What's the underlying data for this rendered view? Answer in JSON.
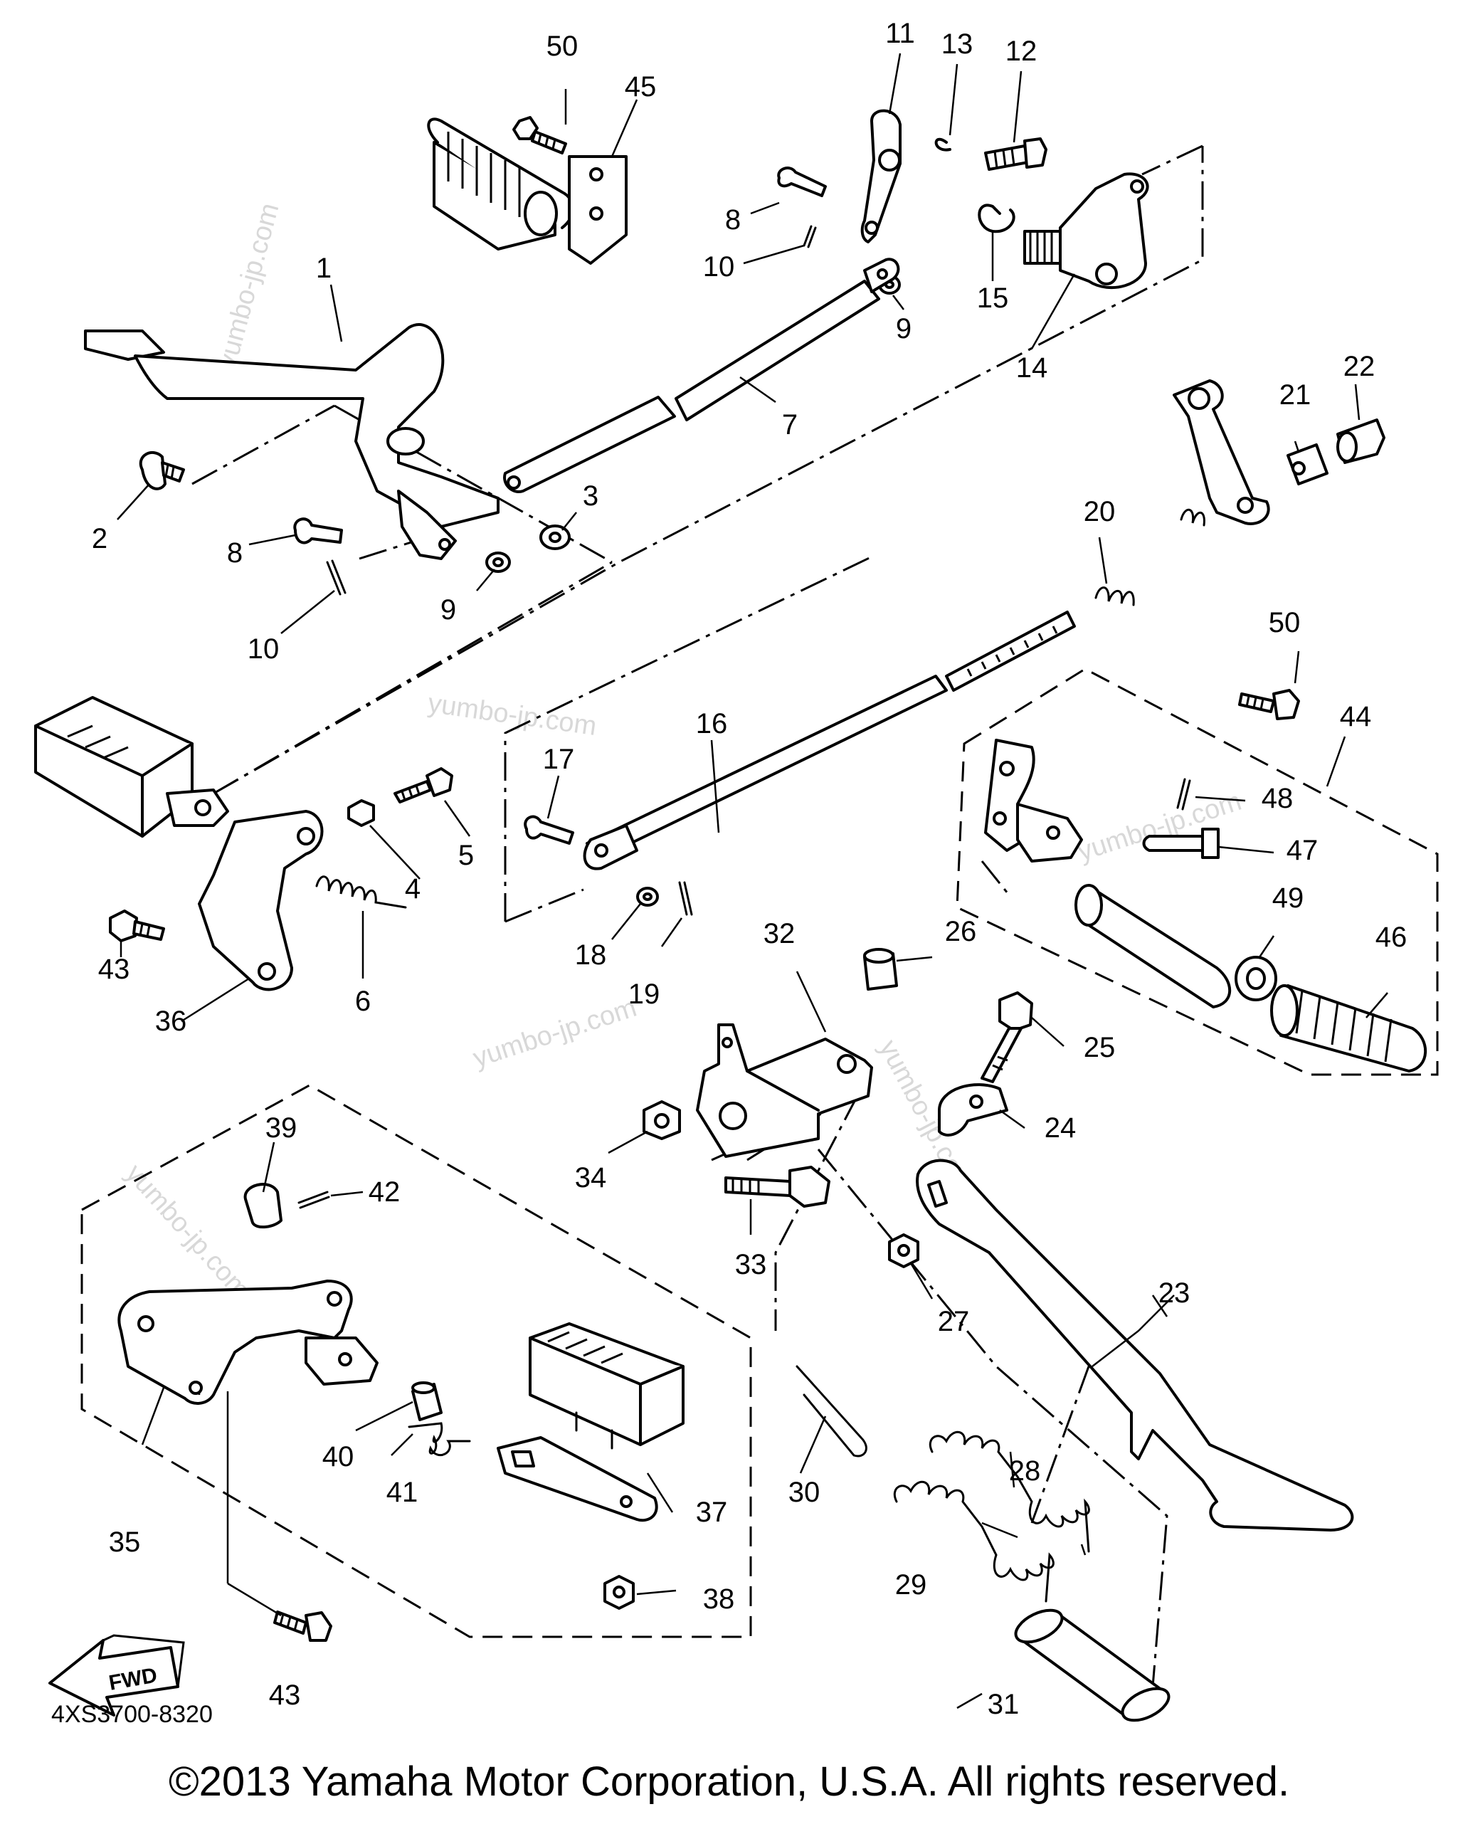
{
  "diagram": {
    "code": "4XS3700-8320",
    "copyright": "©2013 Yamaha Motor Corporation, U.S.A. All rights reserved.",
    "fwd_label": "FWD",
    "watermark": "yumbo-jp.com",
    "callouts": {
      "c1": "1",
      "c2": "2",
      "c3": "3",
      "c4": "4",
      "c5": "5",
      "c6": "6",
      "c7": "7",
      "c8a": "8",
      "c8b": "8",
      "c9a": "9",
      "c9b": "9",
      "c10a": "10",
      "c10b": "10",
      "c11": "11",
      "c12": "12",
      "c13": "13",
      "c14": "14",
      "c15": "15",
      "c16": "16",
      "c17": "17",
      "c18": "18",
      "c19": "19",
      "c20": "20",
      "c21": "21",
      "c22": "22",
      "c23": "23",
      "c24": "24",
      "c25": "25",
      "c26": "26",
      "c27": "27",
      "c28": "28",
      "c29": "29",
      "c30": "30",
      "c31": "31",
      "c32": "32",
      "c33": "33",
      "c34": "34",
      "c35": "35",
      "c36": "36",
      "c37": "37",
      "c38": "38",
      "c39": "39",
      "c40": "40",
      "c41": "41",
      "c42": "42",
      "c43a": "43",
      "c43b": "43",
      "c44": "44",
      "c45": "45",
      "c46": "46",
      "c47": "47",
      "c48": "48",
      "c49": "49",
      "c50a": "50",
      "c50b": "50"
    }
  }
}
